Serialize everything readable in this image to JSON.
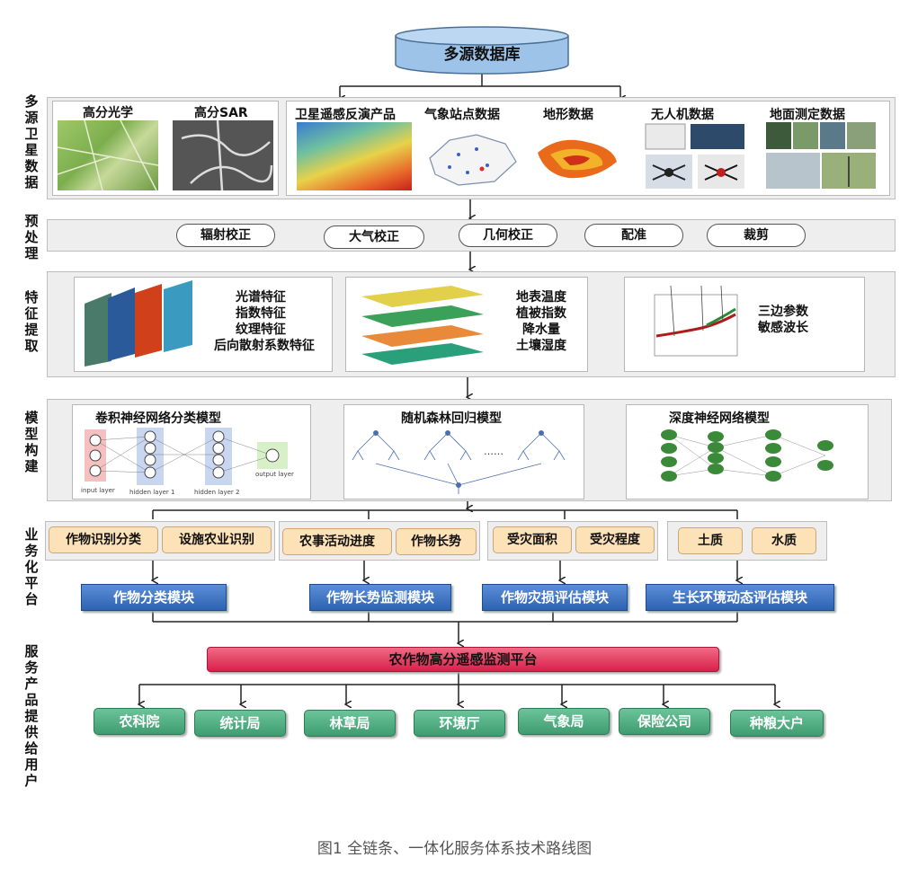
{
  "database": "多源数据库",
  "stage_labels": {
    "data": "多源卫星数据",
    "preprocess": "预处理",
    "feature": "特征提取",
    "model": "模型构建",
    "platform": "业务化平台",
    "service": "服务产品提供给用户"
  },
  "data_sources": {
    "optical": "高分光学",
    "sar": "高分SAR",
    "inversion": "卫星遥感反演产品",
    "weather": "气象站点数据",
    "terrain": "地形数据",
    "uav": "无人机数据",
    "ground": "地面测定数据"
  },
  "preprocess_steps": [
    "辐射校正",
    "大气校正",
    "几何校正",
    "配准",
    "裁剪"
  ],
  "features": {
    "group1": [
      "光谱特征",
      "指数特征",
      "纹理特征",
      "后向散射系数特征"
    ],
    "group2": [
      "地表温度",
      "植被指数",
      "降水量",
      "土壤湿度"
    ],
    "group3": [
      "三边参数",
      "敏感波长"
    ]
  },
  "models": {
    "cnn": "卷积神经网络分类模型",
    "rf": "随机森林回归模型",
    "dnn": "深度神经网络模型",
    "cnn_layers": [
      "input layer",
      "hidden layer 1",
      "hidden layer 2",
      "output layer"
    ],
    "rf_ellipsis": "……"
  },
  "business_tags": {
    "g1": [
      "作物识别分类",
      "设施农业识别"
    ],
    "g2": [
      "农事活动进度",
      "作物长势"
    ],
    "g3": [
      "受灾面积",
      "受灾程度"
    ],
    "g4": [
      "土质",
      "水质"
    ]
  },
  "modules": [
    "作物分类模块",
    "作物长势监测模块",
    "作物灾损评估模块",
    "生长环境动态评估模块"
  ],
  "platform_name": "农作物高分遥感监测平台",
  "users": [
    "农科院",
    "统计局",
    "林草局",
    "环境厅",
    "气象局",
    "保险公司",
    "种粮大户"
  ],
  "caption": "图1  全链条、一体化服务体系技术路线图",
  "colors": {
    "module_blue": "#2e63b3",
    "platform_red": "#d9204a",
    "user_green": "#3e9d70",
    "tag_orange": "#fde2b8",
    "database_blue": "#9ec3e8"
  }
}
